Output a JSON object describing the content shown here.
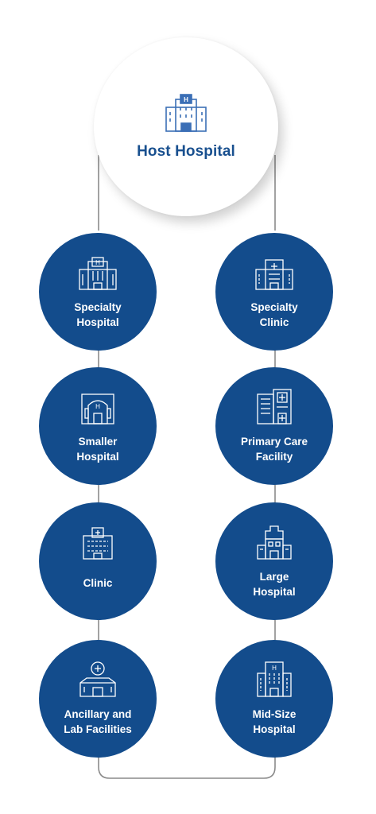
{
  "host": {
    "title": "Host Hospital",
    "icon": "hospital-building-icon"
  },
  "colors": {
    "node_fill": "#134c8c",
    "host_text": "#19508f",
    "connector": "#8a8a8a",
    "icon_accent": "#3b6fb6"
  },
  "left_column": [
    {
      "line1": "Specialty",
      "line2": "Hospital",
      "icon": "specialty-hospital-icon"
    },
    {
      "line1": "Smaller",
      "line2": "Hospital",
      "icon": "smaller-hospital-icon"
    },
    {
      "line1": "Clinic",
      "line2": "",
      "icon": "clinic-icon"
    },
    {
      "line1": "Ancillary and",
      "line2": "Lab Facilities",
      "icon": "lab-facilities-icon"
    }
  ],
  "right_column": [
    {
      "line1": "Specialty",
      "line2": "Clinic",
      "icon": "specialty-clinic-icon"
    },
    {
      "line1": "Primary Care",
      "line2": "Facility",
      "icon": "primary-care-icon"
    },
    {
      "line1": "Large",
      "line2": "Hospital",
      "icon": "large-hospital-icon"
    },
    {
      "line1": "Mid-Size",
      "line2": "Hospital",
      "icon": "mid-size-hospital-icon"
    }
  ]
}
